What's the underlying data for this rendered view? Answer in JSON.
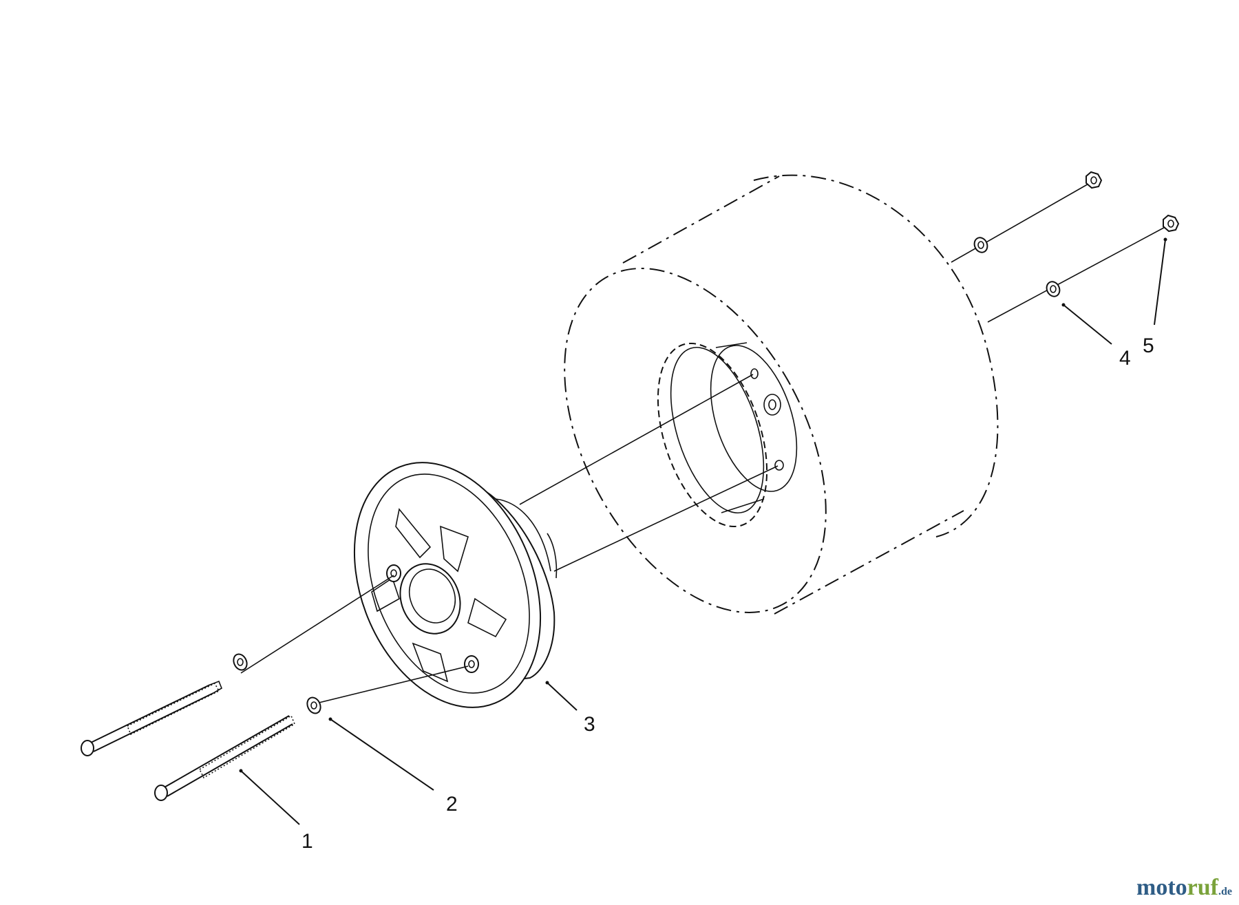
{
  "callouts": [
    {
      "id": "1",
      "label": "1"
    },
    {
      "id": "2",
      "label": "2"
    },
    {
      "id": "3",
      "label": "3"
    },
    {
      "id": "4",
      "label": "4"
    },
    {
      "id": "5",
      "label": "5"
    }
  ],
  "watermark": {
    "part1": "moto",
    "part2": "ruf",
    "suffix": ".de"
  },
  "colors": {
    "line": "#111111",
    "watermark_blue": "#2f5d86",
    "watermark_green": "#7aa23a"
  }
}
